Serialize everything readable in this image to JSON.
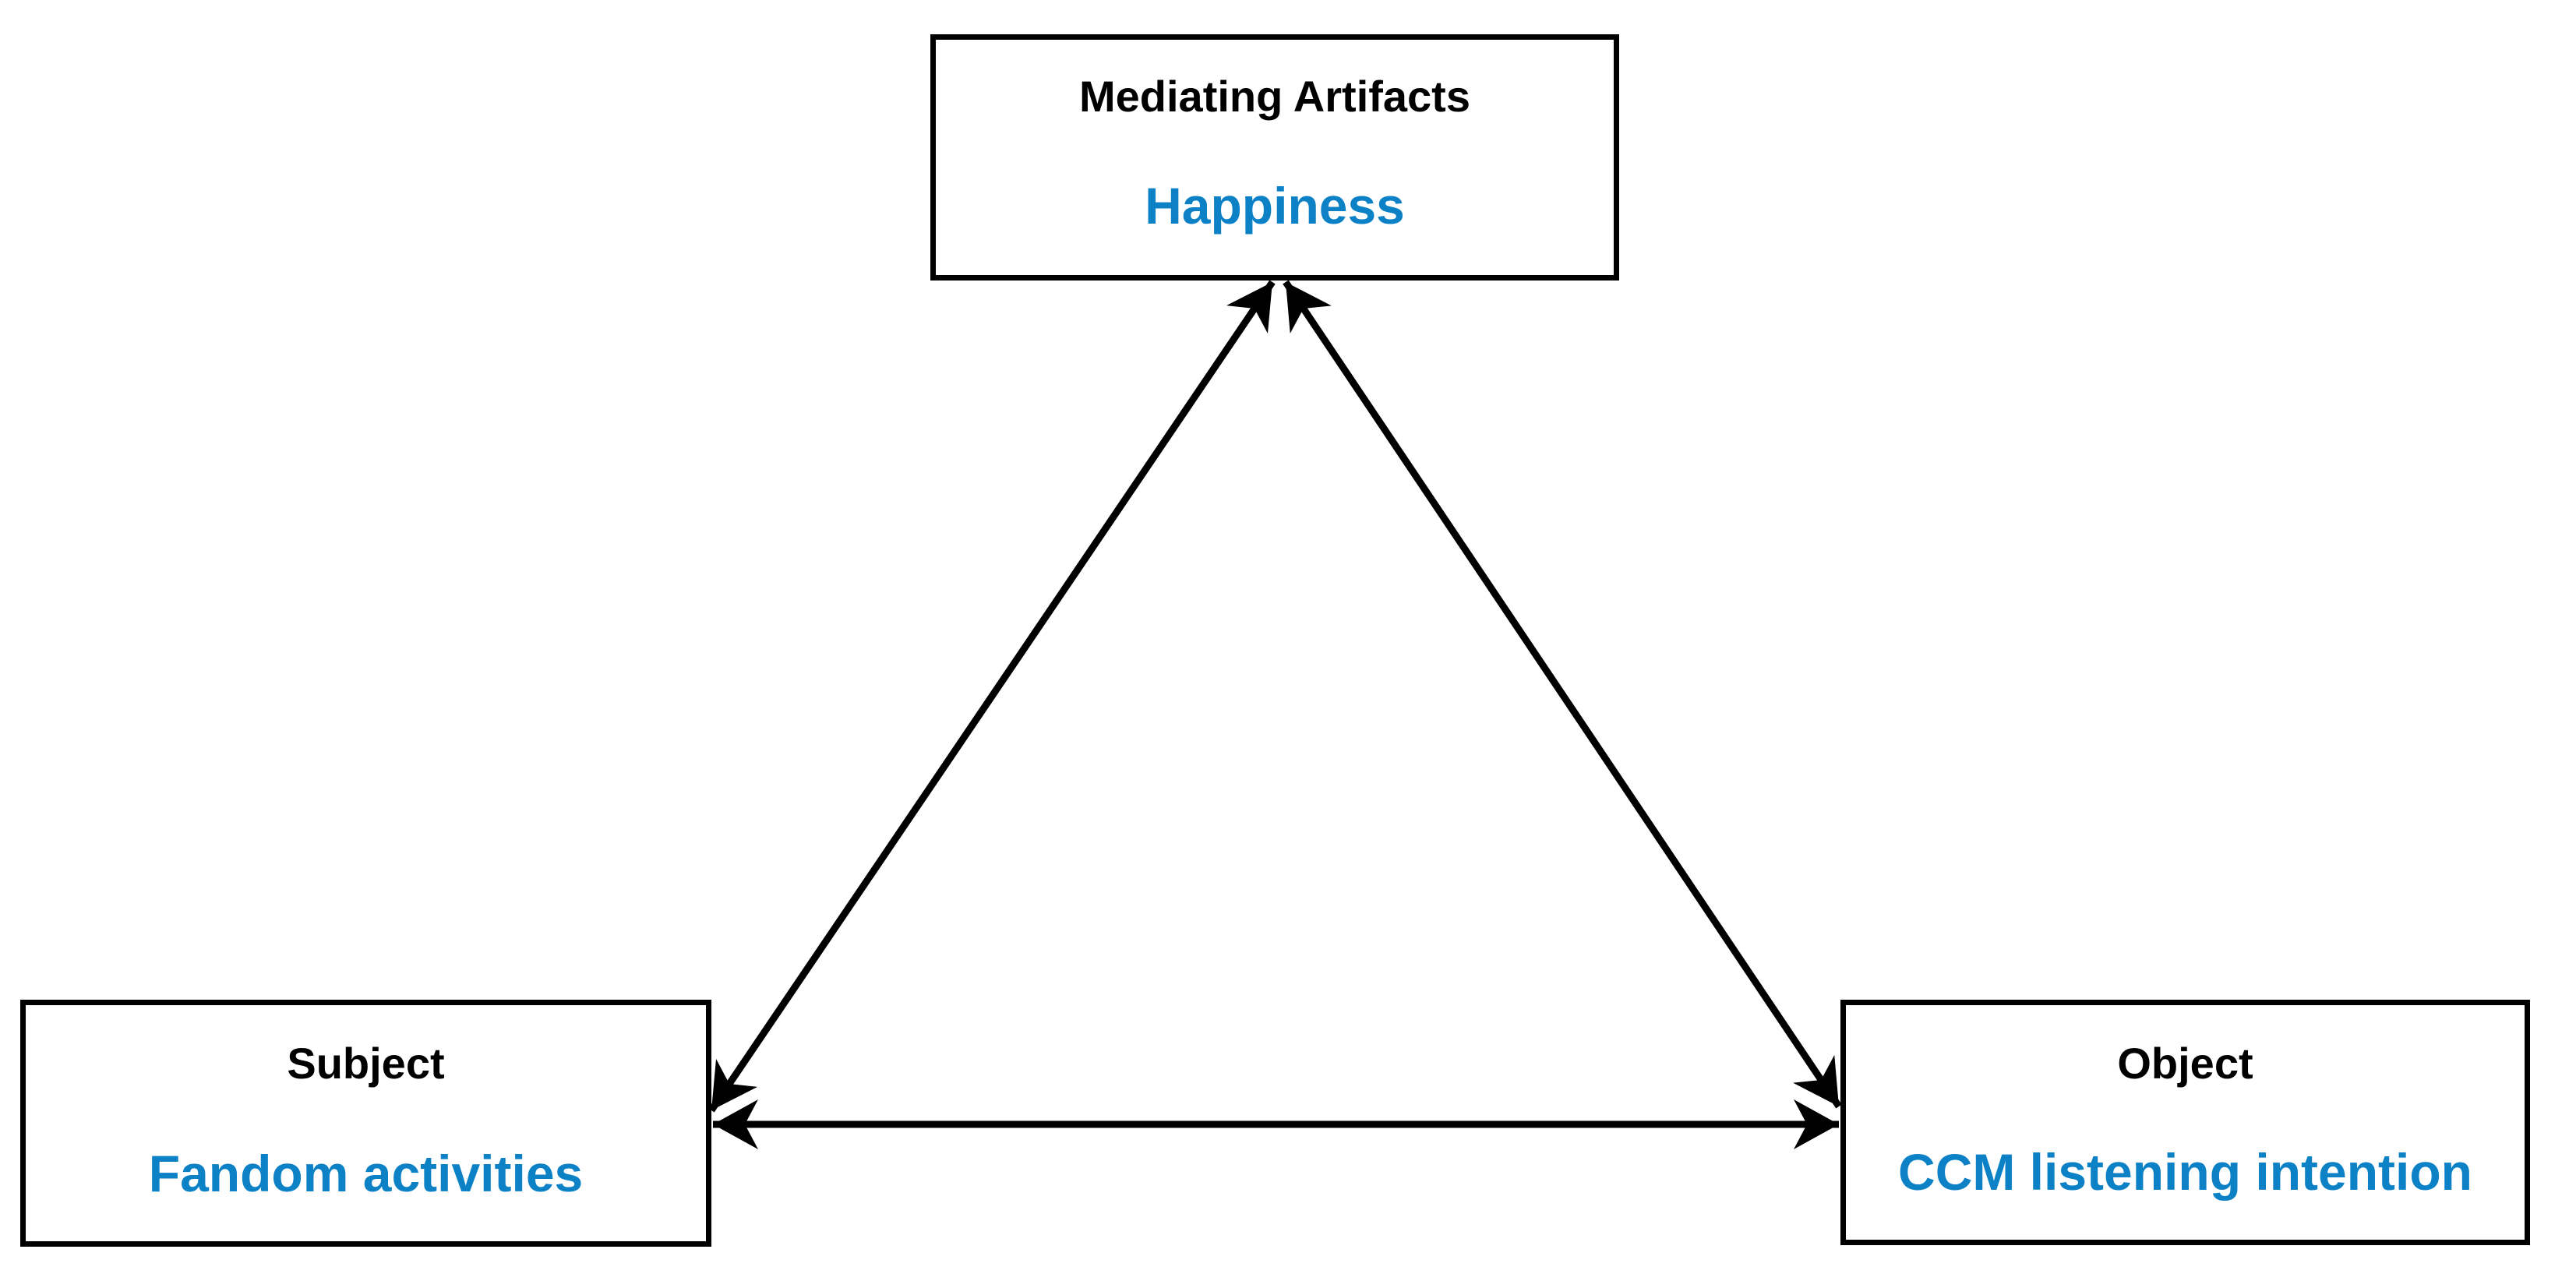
{
  "figure": {
    "type": "diagram",
    "description": "Activity-theory mediation triangle with three boxes connected by double-headed arrows",
    "colors": {
      "background": "#ffffff",
      "accent_blue": "#0d81c6",
      "line_black": "#000000"
    },
    "nodes": {
      "mediating": {
        "role": "Mediating Artifacts",
        "concept": "Happiness"
      },
      "subject": {
        "role": "Subject",
        "concept": "Fandom activities"
      },
      "object": {
        "role": "Object",
        "concept": "CCM listening intention"
      }
    },
    "edges": [
      {
        "id": "subject-mediating",
        "from": "Subject",
        "to": "Mediating Artifacts",
        "style": "double-headed-arrow"
      },
      {
        "id": "object-mediating",
        "from": "Object",
        "to": "Mediating Artifacts",
        "style": "double-headed-arrow"
      },
      {
        "id": "subject-object",
        "from": "Subject",
        "to": "Object",
        "style": "double-headed-arrow"
      }
    ]
  }
}
